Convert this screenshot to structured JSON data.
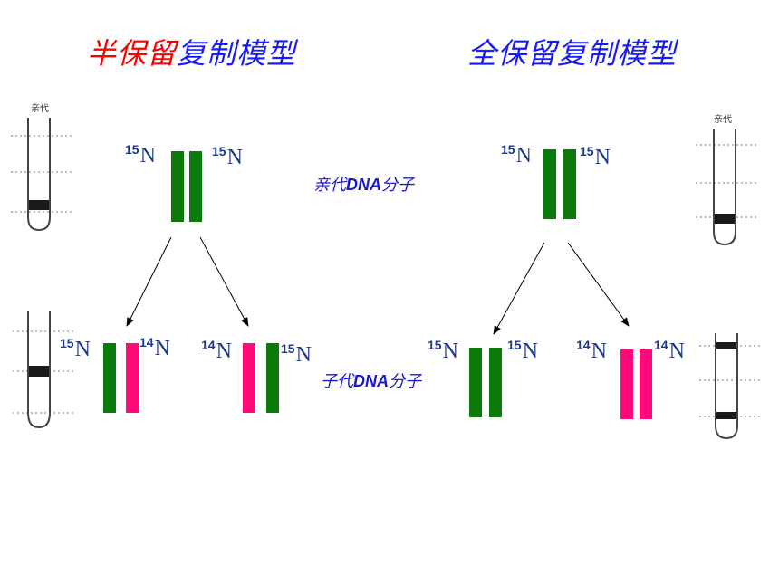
{
  "titles": {
    "left_highlight": "半保留",
    "left_rest": "复制模型",
    "right": "全保留复制模型"
  },
  "captions": {
    "parent_prefix": "亲代",
    "parent_dna": "DNA",
    "parent_suffix": "分子",
    "child_prefix": "子代",
    "child_dna": "DNA",
    "child_suffix": "分子"
  },
  "tube_labels": {
    "left_parent": "亲代",
    "right_parent": "亲代"
  },
  "isotopes": {
    "n15": {
      "mass": "15",
      "symbol": "N"
    },
    "n14": {
      "mass": "14",
      "symbol": "N"
    }
  },
  "colors": {
    "n15_strand": "#0a7a0a",
    "n14_strand": "#ff0a78",
    "highlight_title": "#ff0000",
    "title": "#1a1aff"
  }
}
